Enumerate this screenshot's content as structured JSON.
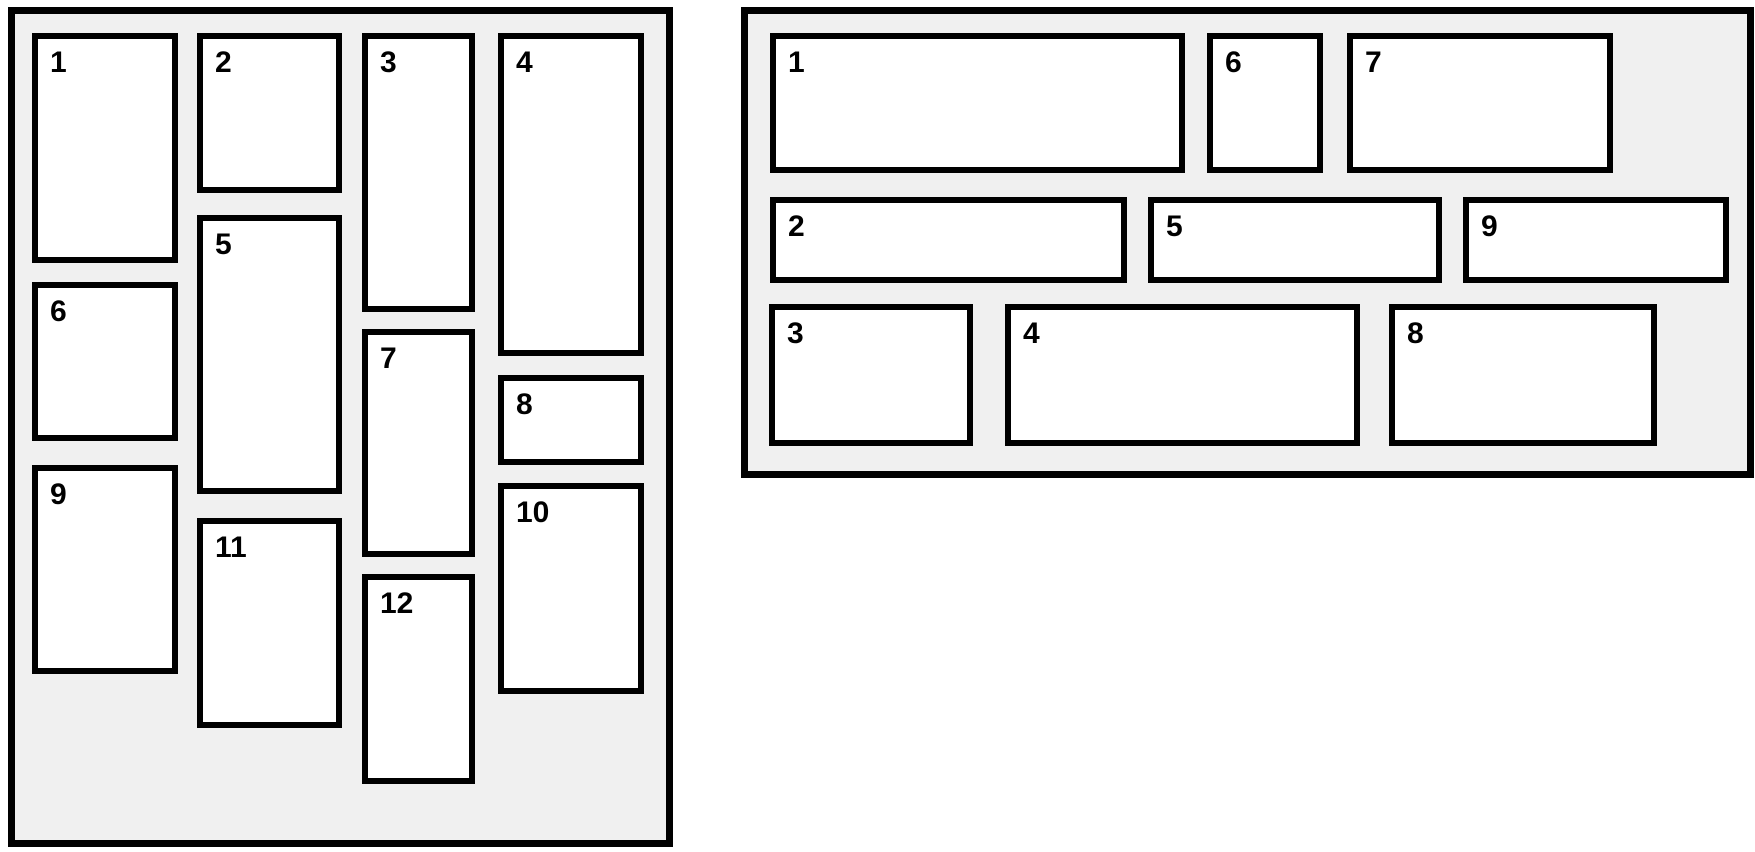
{
  "panels": {
    "left": {
      "id": "vertical-masonry",
      "items": [
        "1",
        "2",
        "3",
        "4",
        "5",
        "6",
        "7",
        "8",
        "9",
        "10",
        "11",
        "12"
      ]
    },
    "right": {
      "id": "horizontal-masonry",
      "items": [
        "1",
        "2",
        "3",
        "4",
        "5",
        "6",
        "7",
        "8",
        "9"
      ]
    }
  },
  "colors": {
    "page_background": "#ffffff",
    "panel_background": "#f0f0f0",
    "tile_background": "#ffffff",
    "border": "#000000",
    "label_text": "#000000"
  }
}
